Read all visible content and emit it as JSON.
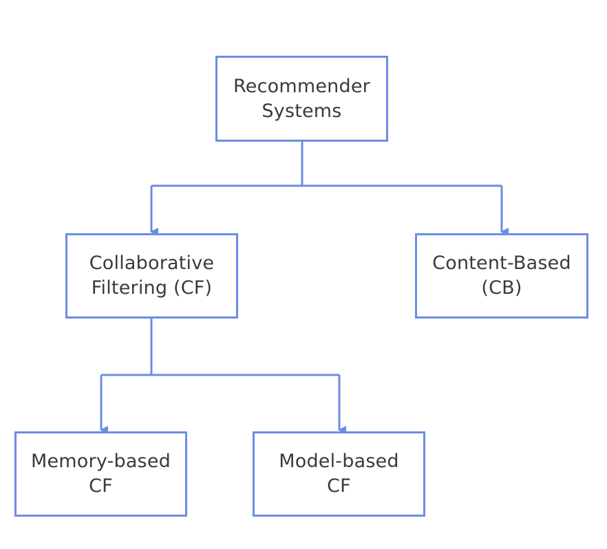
{
  "colors": {
    "accent": "#6b8de3",
    "text": "#3a3a3a",
    "background": "#ffffff"
  },
  "nodes": {
    "root": {
      "line1": "Recommender",
      "line2": "Systems"
    },
    "cf": {
      "line1": "Collaborative",
      "line2": "Filtering (CF)"
    },
    "cb": {
      "line1": "Content-Based",
      "line2": "(CB)"
    },
    "memory": {
      "line1": "Memory-based",
      "line2": "CF"
    },
    "model": {
      "line1": "Model-based",
      "line2": "CF"
    }
  }
}
